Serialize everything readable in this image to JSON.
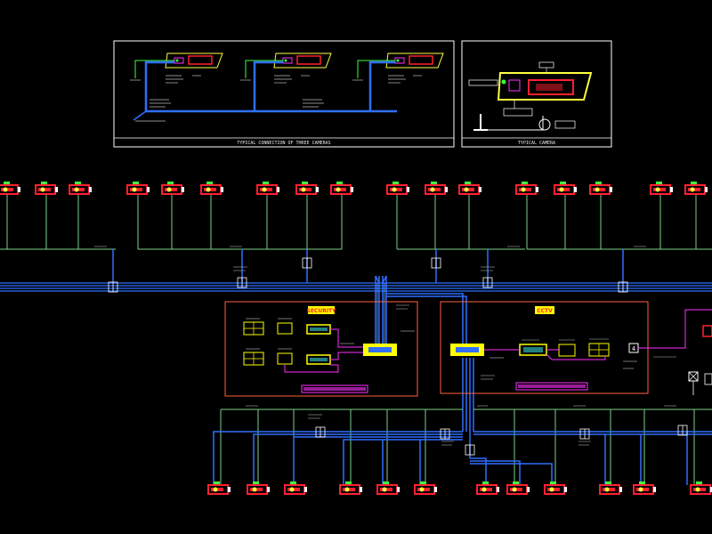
{
  "colors": {
    "background": "#000000",
    "trunk": "#2f6fff",
    "trunk_light": "#6fa8ff",
    "branch": "#7dd08a",
    "frame": "#ffffff",
    "camera_body": "#ff2030",
    "camera_mount": "#ffff40",
    "room_border": "#ff6040",
    "equipment": "#ffff00",
    "magenta": "#ff30ff",
    "cyan": "#40ffff"
  },
  "detail_panels": {
    "three_cameras_title": "TYPICAL CONNECTION OF THREE CAMERAS",
    "typical_camera_title": "TYPICAL CAMERA"
  },
  "rooms": {
    "left_room_title": "SECURITY",
    "right_room_title": "CCTV"
  },
  "icons": {
    "camera": "cctv-camera-icon",
    "monitor": "monitor-icon",
    "multiplexer": "multiplexer-icon",
    "junction": "junction-box-icon",
    "switch": "switch-icon"
  }
}
